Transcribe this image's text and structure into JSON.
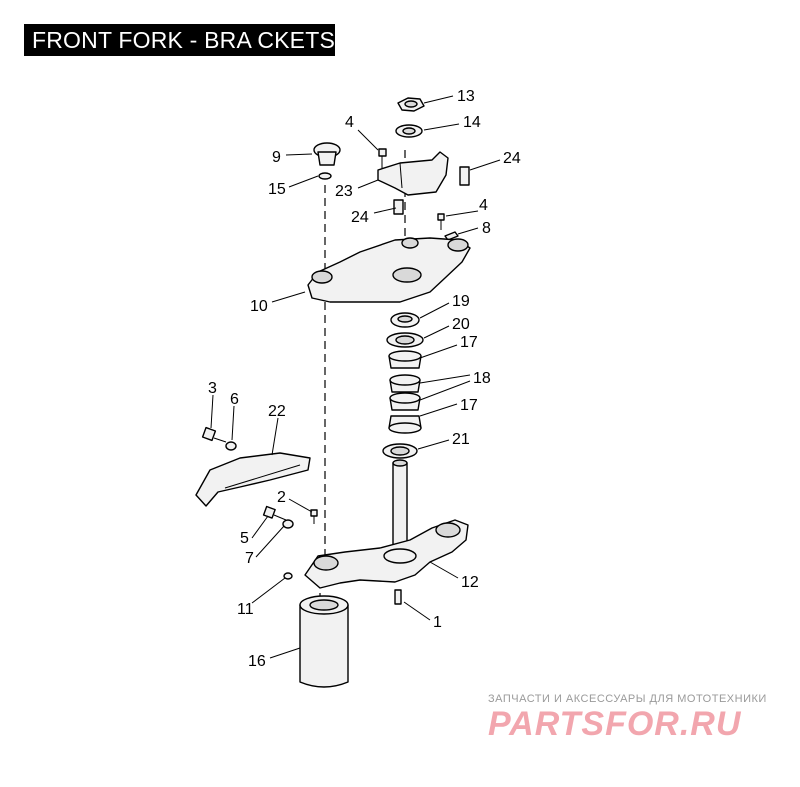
{
  "title": "FRONT FORK - BRA CKETS",
  "callouts": {
    "c1": "1",
    "c2": "2",
    "c3": "3",
    "c4a": "4",
    "c4b": "4",
    "c5": "5",
    "c6": "6",
    "c7": "7",
    "c8": "8",
    "c9": "9",
    "c10": "10",
    "c11": "11",
    "c12": "12",
    "c13": "13",
    "c14": "14",
    "c15": "15",
    "c16": "16",
    "c17a": "17",
    "c17b": "17",
    "c18": "18",
    "c19": "19",
    "c20": "20",
    "c21": "21",
    "c22": "22",
    "c23": "23",
    "c24a": "24",
    "c24b": "24"
  },
  "watermark": {
    "tagline": "ЗАПЧАСТИ И АКСЕССУАРЫ ДЛЯ МОТОТЕХНИКИ",
    "logo": "PARTSFOR.RU"
  },
  "colors": {
    "title_bg": "#000000",
    "title_fg": "#ffffff",
    "logo": "#f2a6ae"
  }
}
